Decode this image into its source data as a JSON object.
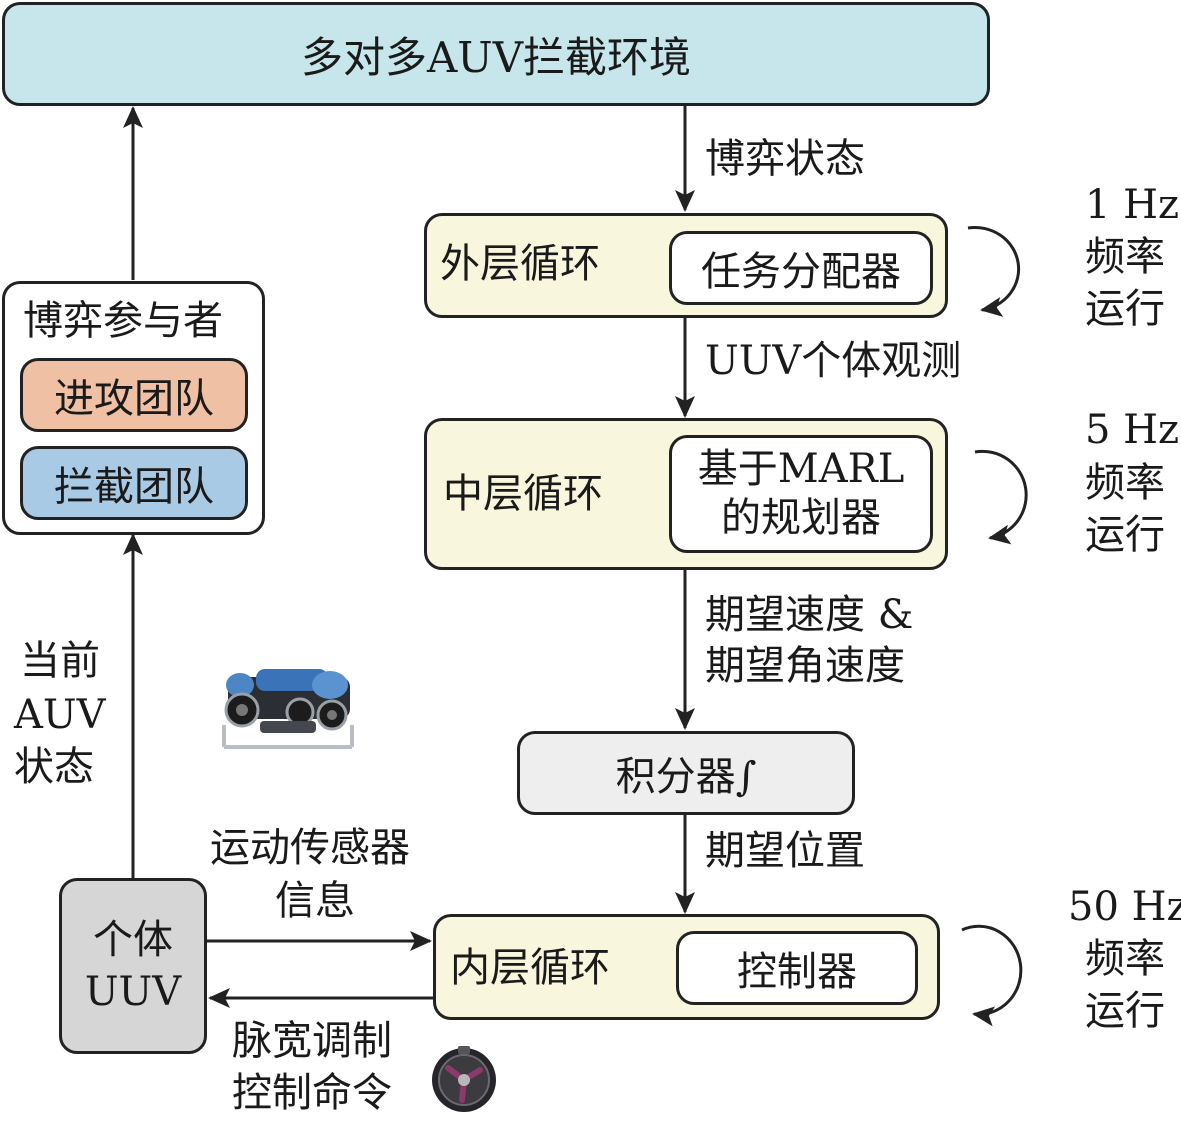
{
  "environment": {
    "title": "多对多AUV拦截环境"
  },
  "participants": {
    "title": "博弈参与者",
    "attack_team": "进攻团队",
    "intercept_team": "拦截团队"
  },
  "edges": {
    "game_state": "博弈状态",
    "uuv_obs": "UUV个体观测",
    "desired_vel_1": "期望速度 &",
    "desired_vel_2": "期望角速度",
    "desired_pos": "期望位置",
    "current_state_1": "当前",
    "current_state_2": "AUV",
    "current_state_3": "状态",
    "sensor_1": "运动传感器",
    "sensor_2": "信息",
    "pwm_1": "脉宽调制",
    "pwm_2": "控制命令"
  },
  "outer_loop": {
    "label": "外层循环",
    "module": "任务分配器",
    "freq": "1 Hz",
    "freq_2": "频率",
    "freq_3": "运行"
  },
  "middle_loop": {
    "label": "中层循环",
    "module_1": "基于MARL",
    "module_2": "的规划器",
    "freq": "5 Hz",
    "freq_2": "频率",
    "freq_3": "运行"
  },
  "integrator": {
    "label": "积分器∫"
  },
  "inner_loop": {
    "label": "内层循环",
    "module": "控制器",
    "freq": "50 Hz",
    "freq_2": "频率",
    "freq_3": "运行"
  },
  "uuv": {
    "line1": "个体",
    "line2": "UUV"
  },
  "icons": {
    "rov": "rov-vehicle-icon",
    "thruster": "thruster-icon"
  },
  "colors": {
    "environment_fill": "#c6e6ec",
    "loop_fill": "#f8f6dc",
    "attack_fill": "#f0c0a4",
    "intercept_fill": "#a9cae4",
    "integrator_fill": "#eeeeee",
    "uuv_fill": "#d6d6d6"
  }
}
